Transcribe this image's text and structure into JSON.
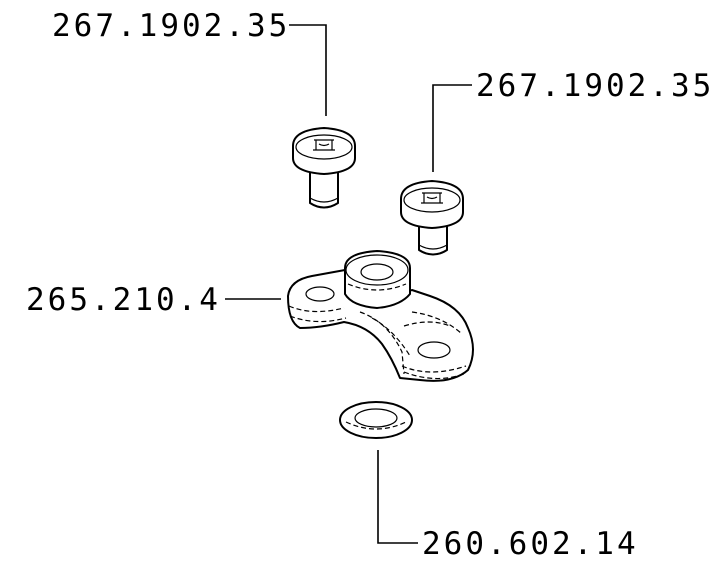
{
  "parts": [
    {
      "part_number": "267.1902.35"
    },
    {
      "part_number": "267.1902.35"
    },
    {
      "part_number": "265.210.4"
    },
    {
      "part_number": "260.602.14"
    }
  ]
}
